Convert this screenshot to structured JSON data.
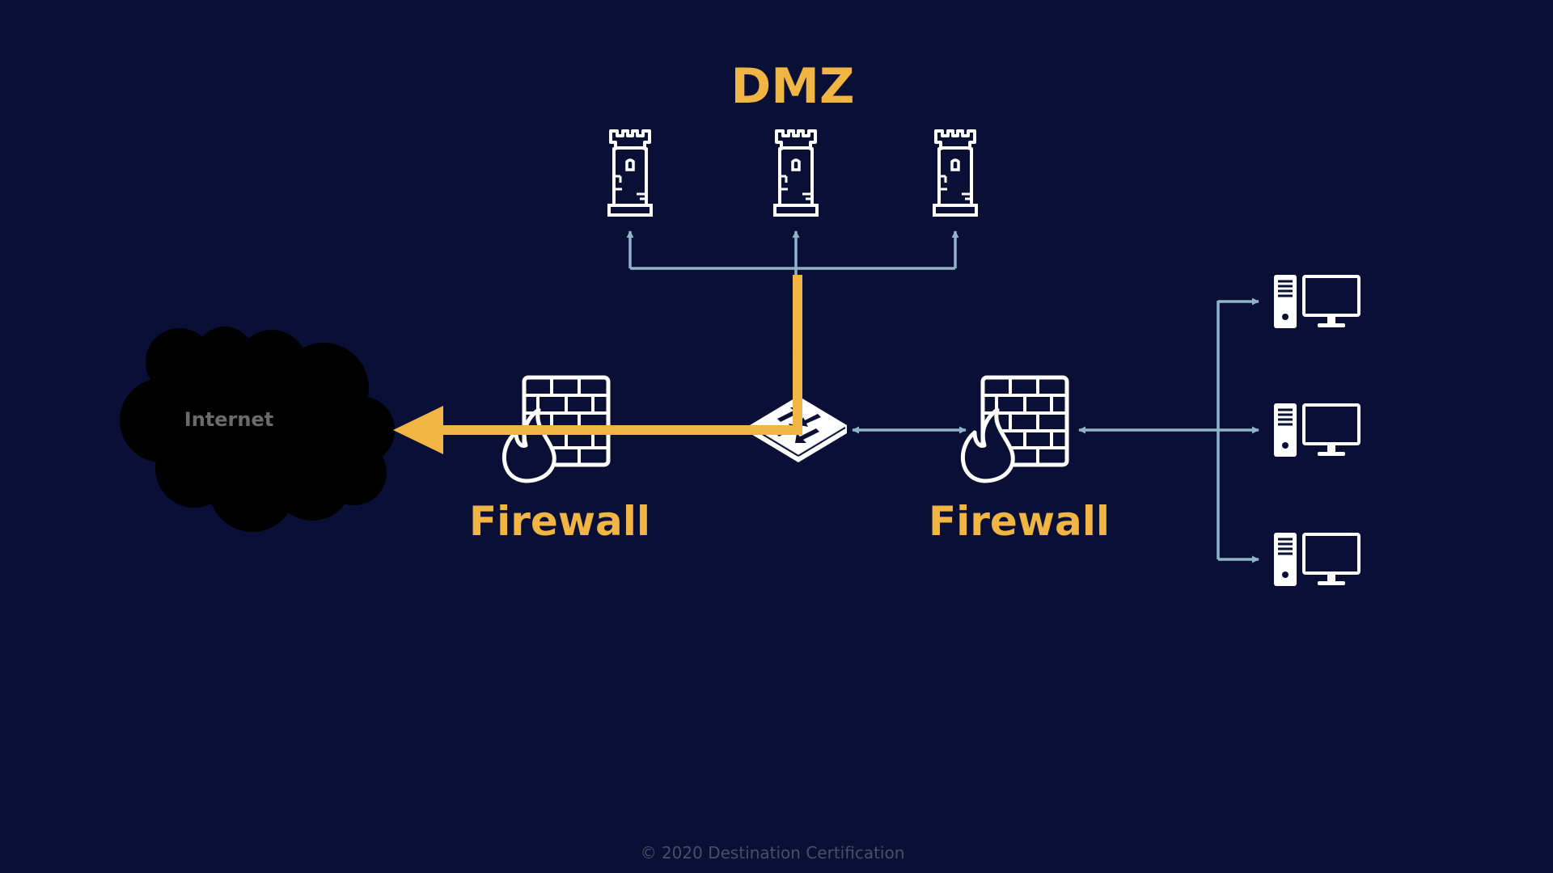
{
  "title": "DMZ",
  "internet_label": "Internet",
  "firewall_left_label": "Firewall",
  "firewall_right_label": "Firewall",
  "footer": "© 2020 Destination Certification",
  "colors": {
    "background": "#0a0f35",
    "accent": "#f0b542",
    "link": "#8fb3cc",
    "icon": "#ffffff",
    "cloud": "#000000",
    "internet_text": "#6b6b6b",
    "footer_text": "#4a4f68"
  },
  "icons": {
    "dmz_servers": [
      "tower-icon",
      "tower-icon",
      "tower-icon"
    ],
    "firewalls": [
      "firewall-icon",
      "firewall-icon"
    ],
    "switch": "switch-icon",
    "workstations": [
      "computer-icon",
      "computer-icon",
      "computer-icon"
    ]
  }
}
